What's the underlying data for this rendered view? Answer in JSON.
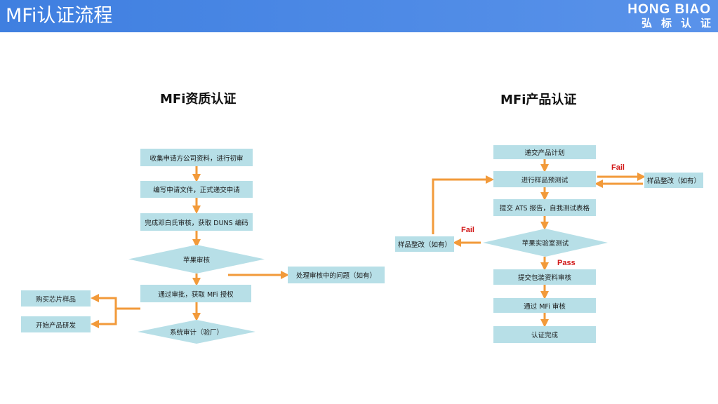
{
  "header": {
    "title": "MFi认证流程",
    "brand_en": "HONG BIAO",
    "brand_cn": "弘标认证"
  },
  "left": {
    "title": "MFi资质认证",
    "steps": [
      "收集申请方公司资料，进行初审",
      "编写申请文件，正式递交申请",
      "完成邓白氏审核，获取 DUNS 编码",
      "苹果审核",
      "通过审批，获取 MFi 授权",
      "系统审计（验厂）"
    ],
    "side_issue": "处理审核中的问题（如有）",
    "buy_chips": "购买芯片样品",
    "start_dev": "开始产品研发"
  },
  "right": {
    "title": "MFi产品认证",
    "steps": [
      "递交产品计划",
      "进行样品预测试",
      "提交 ATS 报告，自我测试表格",
      "苹果实验室测试",
      "提交包装资料审核",
      "通过 MFi 审核",
      "认证完成"
    ],
    "rectify_top": "样品整改（如有）",
    "rectify_left": "样品整改（如有）",
    "fail_top": "Fail",
    "fail_left": "Fail",
    "pass": "Pass"
  },
  "colors": {
    "header": "#4a86e6",
    "box": "#b7dfe7",
    "arrow": "#f29a3a",
    "flag": "#d21818"
  }
}
